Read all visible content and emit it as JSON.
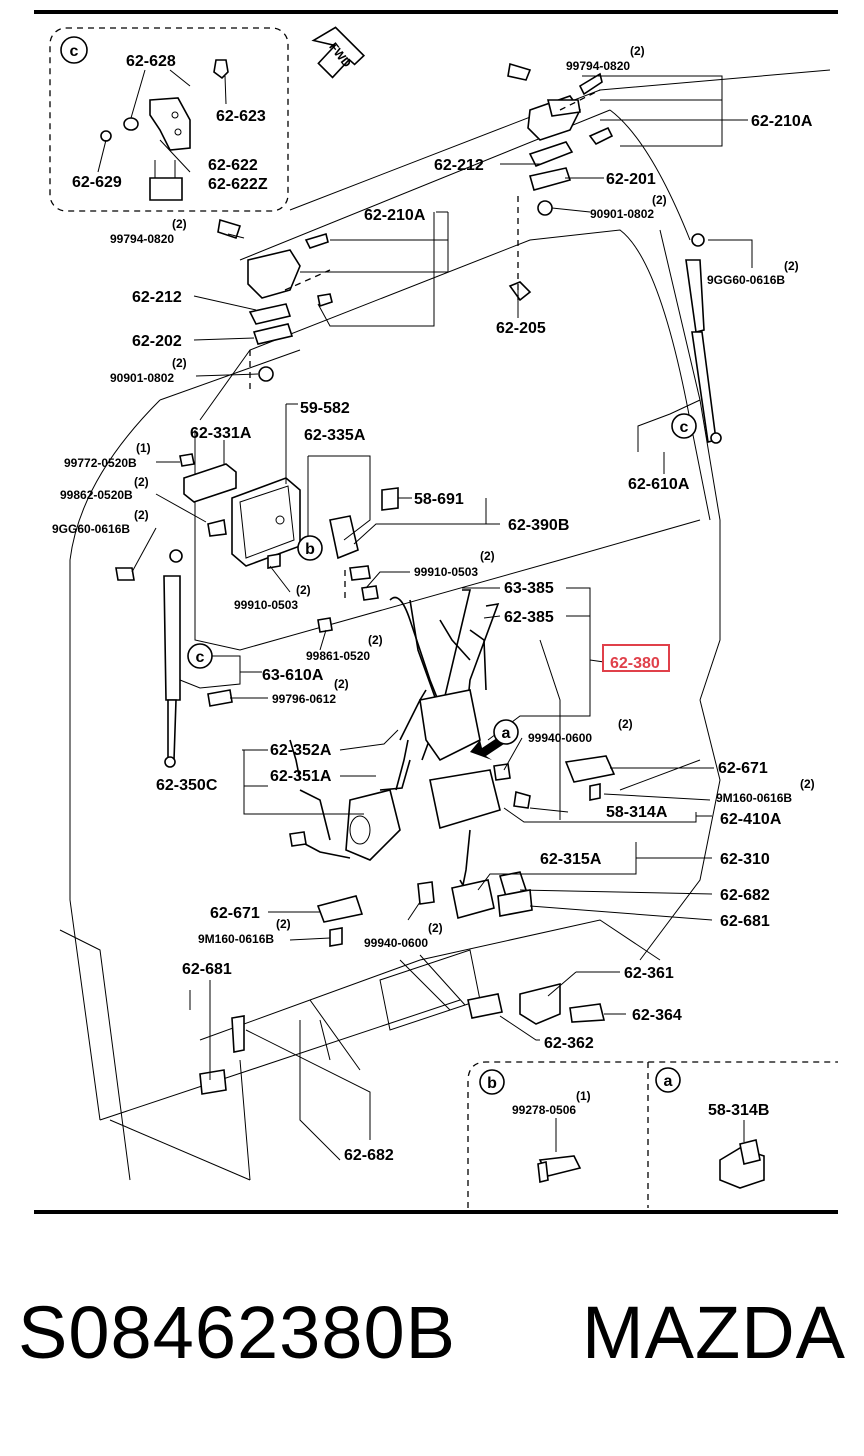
{
  "callouts": {
    "fwd": "FWD",
    "c": "c",
    "b": "b",
    "a": "a"
  },
  "inset_c": {
    "p1": "62-628",
    "p2": "62-623",
    "p3": "62-629",
    "p4": "62-622",
    "p5": "62-622Z"
  },
  "parts": {
    "hinge_right_bolt_qty": "(2)",
    "hinge_right_bolt": "99794-0820",
    "hinge_right": "62-210A",
    "shim_right": "62-212",
    "plate_right": "62-201",
    "nut_right_qty": "(2)",
    "nut_right": "90901-0802",
    "hinge_left_bolt_qty": "(2)",
    "hinge_left_bolt": "99794-0820",
    "hinge_left": "62-210A",
    "shim_left": "62-212",
    "plate_left": "62-202",
    "nut_left_qty": "(2)",
    "nut_left": "90901-0802",
    "clip_205": "62-205",
    "stay_bolt_qty": "(2)",
    "stay_bolt": "9GG60-0616B",
    "stay_right": "62-610A",
    "cover": "59-582",
    "handle_331": "62-331A",
    "bracket_335": "62-335A",
    "screw_772_qty": "(1)",
    "screw_772": "99772-0520B",
    "screw_862_qty": "(2)",
    "screw_862": "99862-0520B",
    "bolt_9gg_qty": "(2)",
    "bolt_9gg": "9GG60-0616B",
    "label_691": "58-691",
    "latch_390": "62-390B",
    "nut_910_right_qty": "(2)",
    "nut_910_right": "99910-0503",
    "nut_910_left_qty": "(2)",
    "nut_910_left": "99910-0503",
    "rod_385a": "63-385",
    "rod_385b": "62-385",
    "highlight": "62-380",
    "screw_861_qty": "(2)",
    "screw_861": "99861-0520",
    "stay_left": "63-610A",
    "bolt_796_qty": "(2)",
    "bolt_796": "99796-0612",
    "nut_940_qty": "(2)",
    "nut_940": "99940-0600",
    "rod_352": "62-352A",
    "rod_351": "62-351A",
    "lock_350": "62-350C",
    "bumper_671r": "62-671",
    "bolt_9m_r_qty": "(2)",
    "bolt_9m_r": "9M160-0616B",
    "clip_314": "58-314A",
    "handle_410": "62-410A",
    "rod_315": "62-315A",
    "latch_310": "62-310",
    "bolt_682r": "62-682",
    "striker_681r": "62-681",
    "bumper_671l": "62-671",
    "bolt_9m_l_qty": "(2)",
    "bolt_9m_l": "9M160-0616B",
    "nut_940b_qty": "(2)",
    "nut_940b": "99940-0600",
    "striker_681l": "62-681",
    "striker_361": "62-361",
    "bolt_364": "62-364",
    "shim_362": "62-362",
    "bolt_682l": "62-682"
  },
  "inset_b": {
    "qty": "(1)",
    "part": "99278-0506"
  },
  "inset_a": {
    "part": "58-314B"
  },
  "footer": {
    "part_number": "S08462380B",
    "brand": "MAZDA"
  },
  "colors": {
    "highlight": "#e0404a",
    "ink": "#000000",
    "background": "#ffffff"
  }
}
